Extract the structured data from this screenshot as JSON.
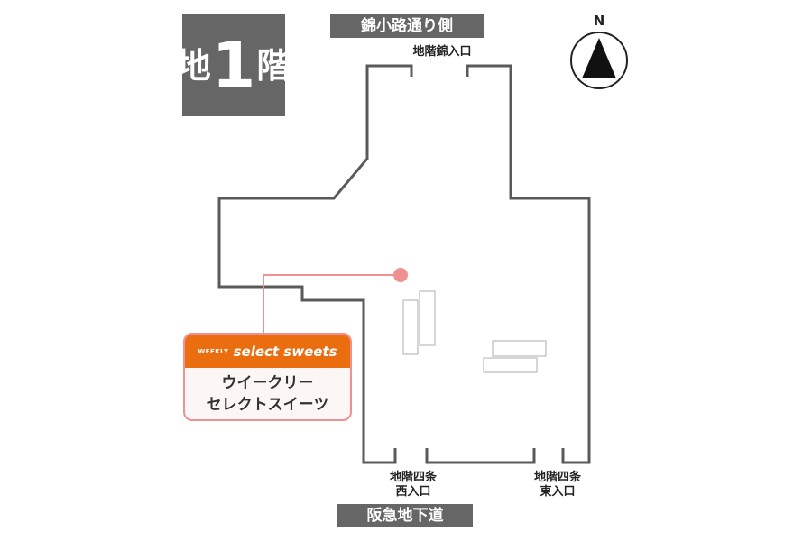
{
  "floor": {
    "prefix": "地",
    "number": "1",
    "suffix": "階"
  },
  "roads": {
    "north": "錦小路通り側",
    "south": "阪急地下道"
  },
  "entrances": {
    "nishiki": "地階錦入口",
    "shijo_west_line1": "地階四条",
    "shijo_west_line2": "西入口",
    "shijo_east_line1": "地階四条",
    "shijo_east_line2": "東入口"
  },
  "compass": {
    "letter": "N",
    "icon": "north-arrow-icon"
  },
  "shop": {
    "brand_small": "WEEKLY",
    "brand_name": "select sweets",
    "name_line1": "ウイークリー",
    "name_line2": "セレクトスイーツ",
    "header_color": "#ea6e10",
    "marker_color": "#f09090"
  }
}
